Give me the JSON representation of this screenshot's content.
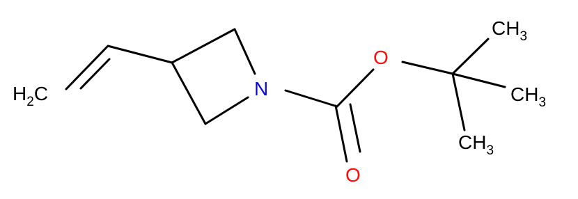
{
  "molecule": {
    "colors": {
      "bond": "#000000",
      "carbon_label": "#000000",
      "nitrogen": "#0d0dd9",
      "oxygen": "#ff0d0d"
    },
    "labels": {
      "ch2_h": "H",
      "ch2_sub": "2",
      "ch2_c": "C",
      "nitrogen": "N",
      "ester_oxygen": "O",
      "carbonyl_oxygen": "O",
      "methyl_top_c": "CH",
      "methyl_top_sub": "3",
      "methyl_right_c": "CH",
      "methyl_right_sub": "3",
      "methyl_bottom_c": "CH",
      "methyl_bottom_sub": "3"
    }
  }
}
